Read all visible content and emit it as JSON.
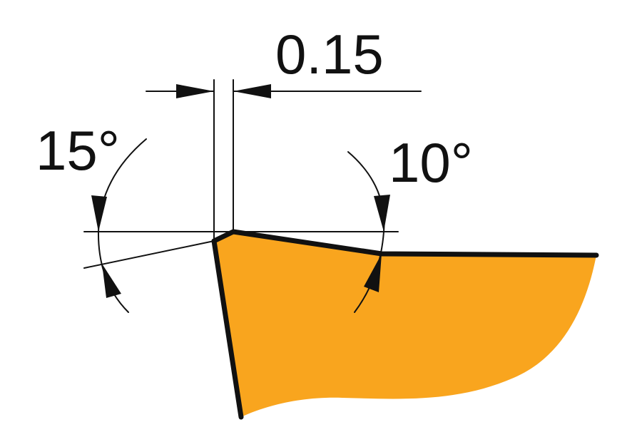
{
  "labels": {
    "width_dimension": "0.15",
    "left_angle": "15°",
    "right_angle": "10°"
  },
  "colors": {
    "tool_fill": "#F9A51E",
    "lines": "#111111",
    "background": "#FFFFFF"
  }
}
